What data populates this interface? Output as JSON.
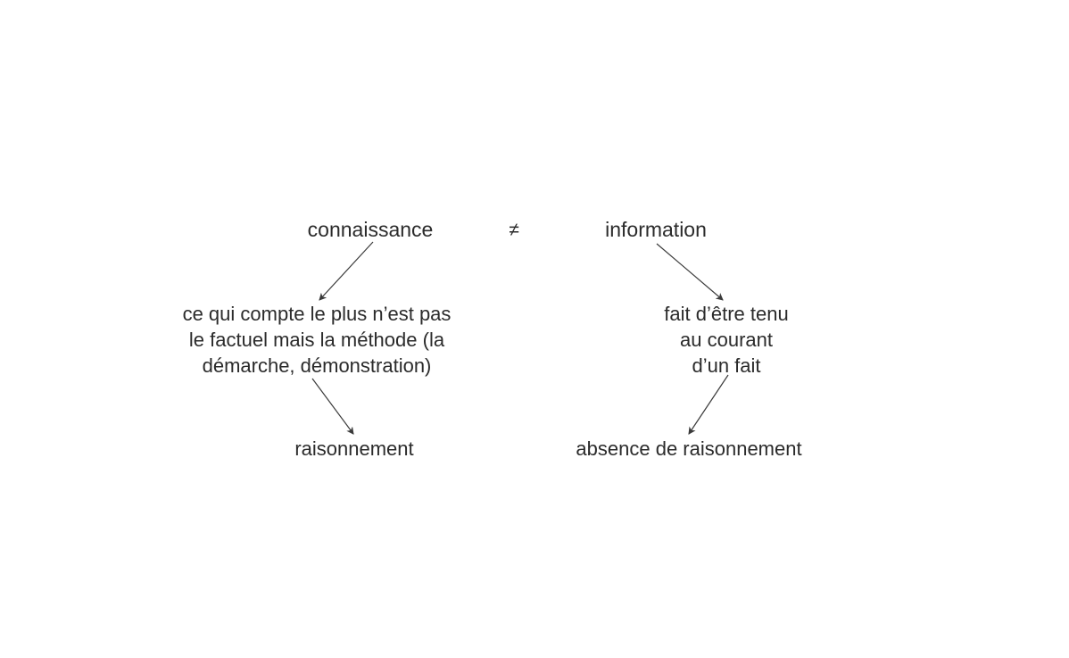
{
  "diagram": {
    "background_color": "#ffffff",
    "text_color": "#2b2b2b",
    "arrow_color": "#3a3a3a",
    "comparator": "≠",
    "left": {
      "term": "connaissance",
      "definition": "ce qui compte le plus n’est pas\nle factuel mais la méthode (la\ndémarche, démonstration)",
      "conclusion": "raisonnement"
    },
    "right": {
      "term": "information",
      "definition": "fait d’être tenu\nau courant\nd’un fait",
      "conclusion": "absence de raisonnement"
    }
  }
}
